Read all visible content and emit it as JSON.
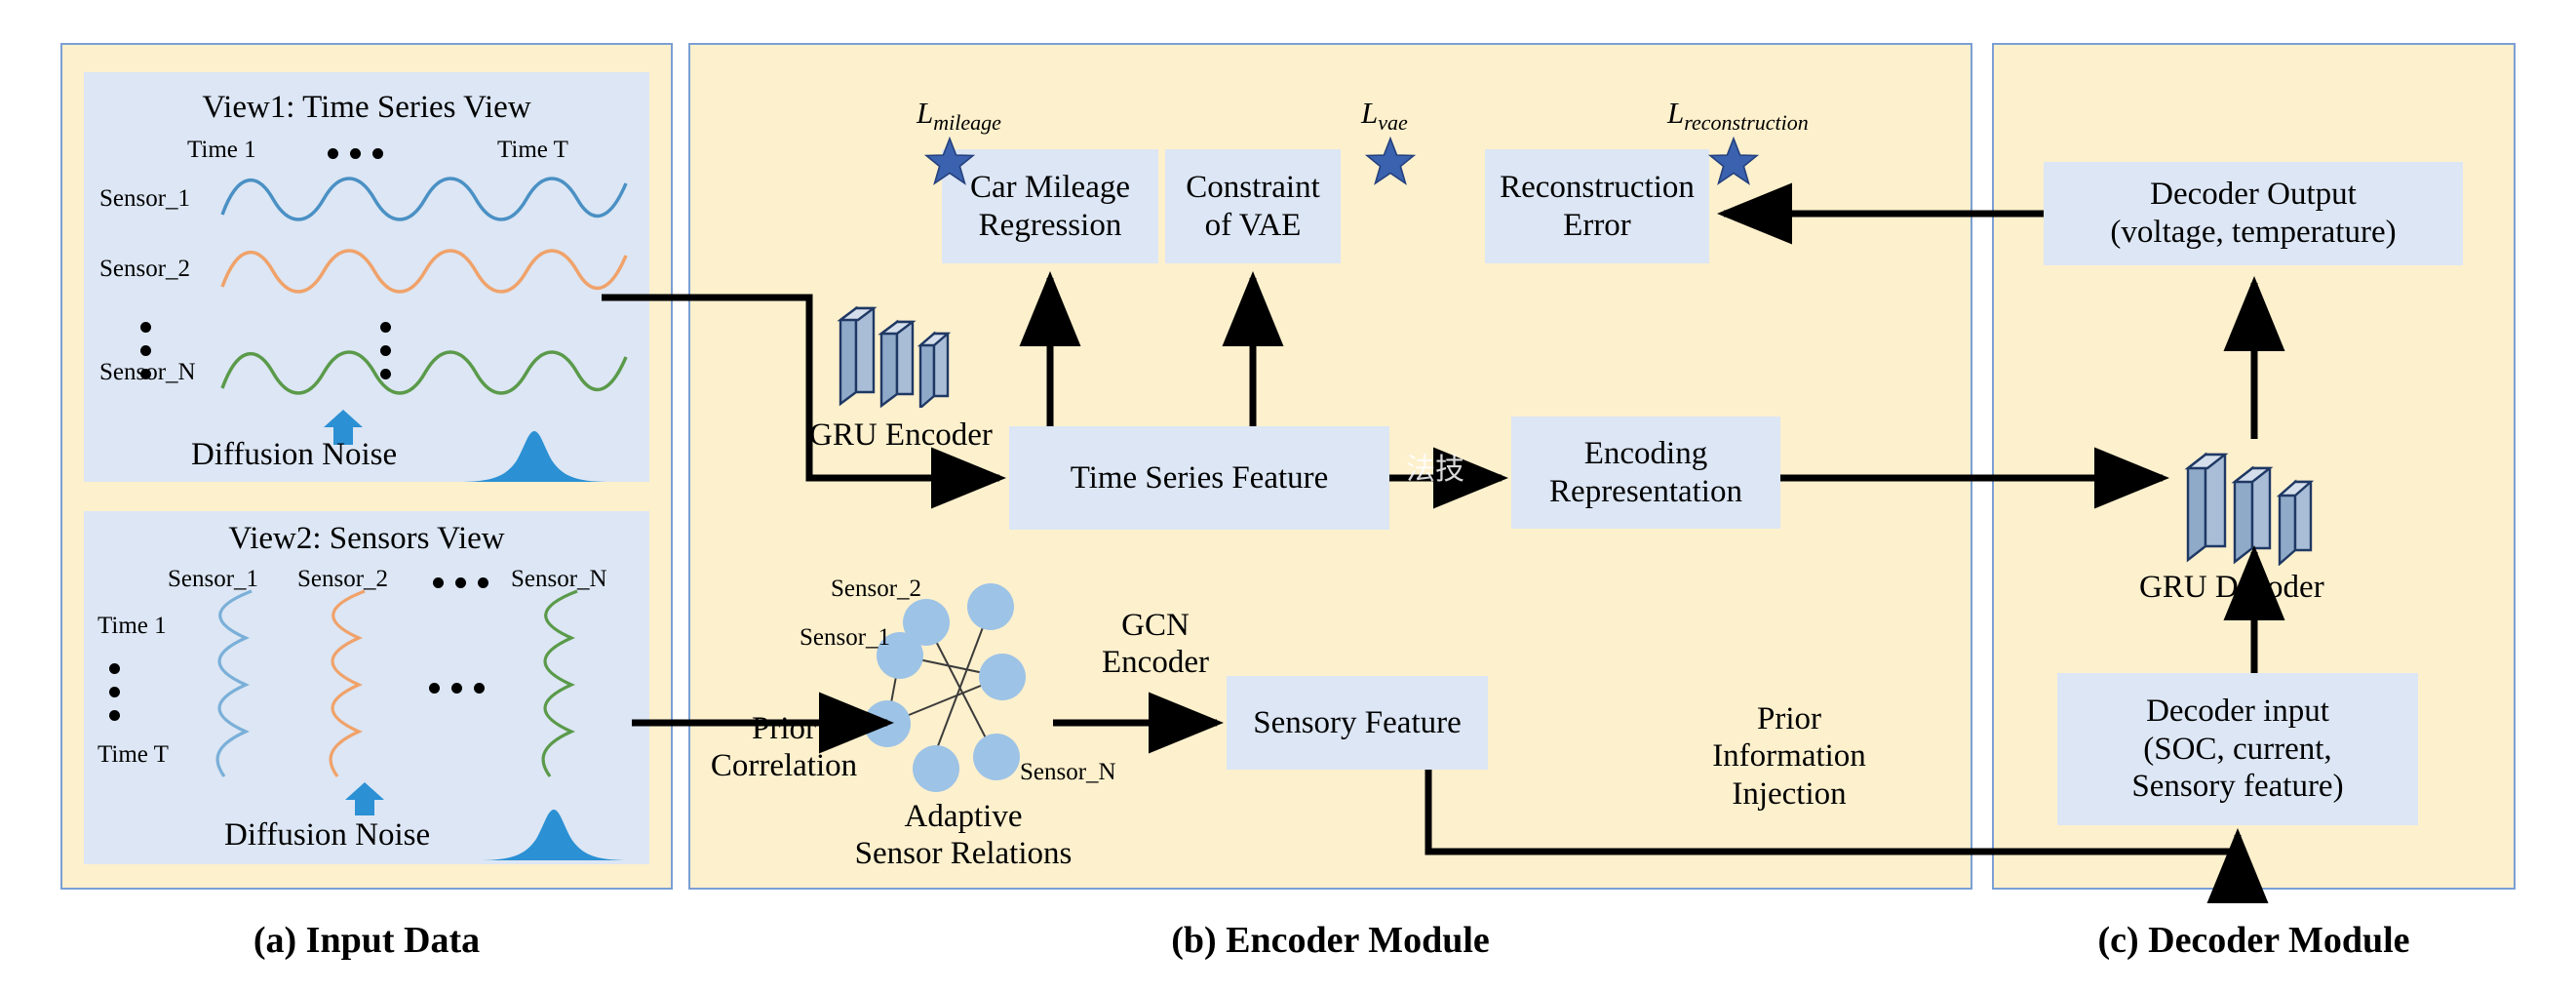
{
  "figure": {
    "title": "Multi-view diffusion GRU-GCN encoder-decoder architecture",
    "colors": {
      "panel_bg": "#fdf0cd",
      "panel_border": "#7b9fd4",
      "box_bg": "#dce6f4",
      "star": "#3b62ae",
      "noise_blue": "#2b90d4",
      "node_blue": "#9dc3e6",
      "wave_blue": "#4a90c4",
      "wave_orange": "#f0a26a",
      "wave_green": "#5a9a4a",
      "arrow": "#000000"
    }
  },
  "captions": [
    {
      "key": "a",
      "label": "(a) Input Data"
    },
    {
      "key": "b",
      "label": "(b) Encoder Module"
    },
    {
      "key": "c",
      "label": "(c) Decoder Module"
    }
  ],
  "input_panel": {
    "view1": {
      "title": "View1: Time Series View",
      "axis_start": "Time  1",
      "axis_end": "Time T",
      "series_labels": [
        "Sensor_1",
        "Sensor_2",
        "Sensor_N"
      ],
      "ellipsis": "...",
      "noise_label": "Diffusion Noise"
    },
    "view2": {
      "title": "View2: Sensors View",
      "column_labels": [
        "Sensor_1",
        "Sensor_2",
        "Sensor_N"
      ],
      "row_start": "Time 1",
      "row_end": "Time T",
      "ellipsis": "...",
      "noise_label": "Diffusion Noise"
    }
  },
  "encoder_panel": {
    "losses": [
      {
        "base": "L",
        "sub": "mileage"
      },
      {
        "base": "L",
        "sub": "vae"
      },
      {
        "base": "L",
        "sub": "reconstruction"
      }
    ],
    "boxes": {
      "car_mileage_regression": "Car Mileage\nRegression",
      "constraint_of_vae": "Constraint\nof VAE",
      "reconstruction_error": "Reconstruction\nError",
      "time_series_feature": "Time Series Feature",
      "encoding_representation": "Encoding\nRepresentation",
      "sensory_feature": "Sensory Feature"
    },
    "gru_encoder_label": "GRU Encoder",
    "gcn_encoder_label": "GCN\nEncoder",
    "prior_correlation_label": "Prior\nCorrelation",
    "graph": {
      "caption": "Adaptive\nSensor Relations",
      "node_labels": [
        "Sensor_1",
        "Sensor_2",
        "Sensor_N"
      ],
      "node_count": 7
    },
    "prior_information_injection": "Prior\nInformation\nInjection"
  },
  "decoder_panel": {
    "decoder_output": "Decoder Output\n(voltage, temperature)",
    "gru_decoder_label": "GRU Decoder",
    "decoder_input": "Decoder input\n(SOC, current,\nSensory feature)"
  }
}
